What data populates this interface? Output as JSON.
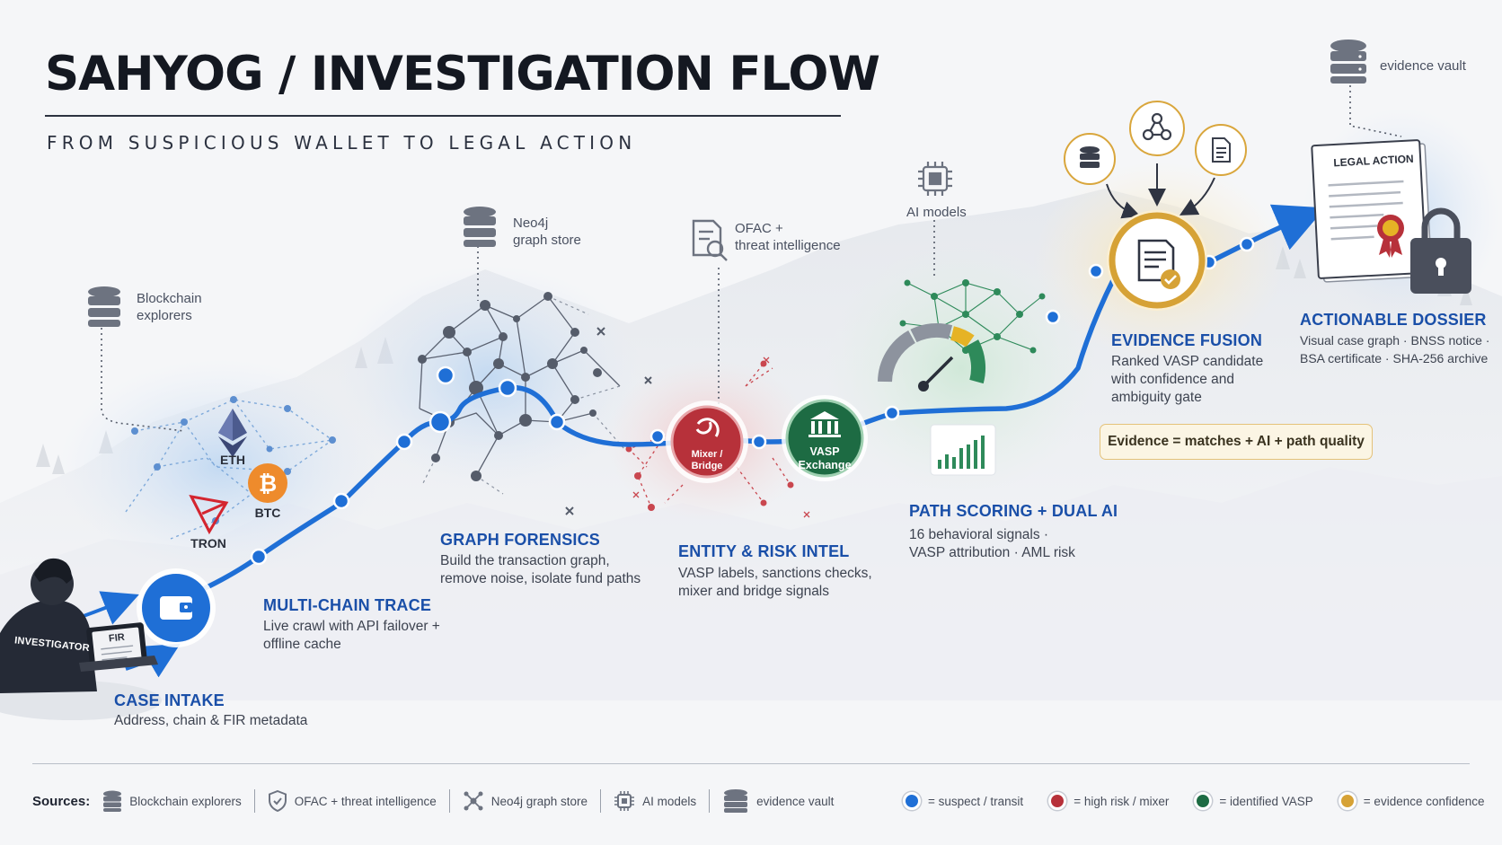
{
  "header": {
    "title": "SAHYOG / INVESTIGATION FLOW",
    "subtitle": "FROM SUSPICIOUS WALLET TO LEGAL ACTION"
  },
  "source_callouts": {
    "blockchain": "Blockchain\nexplorers",
    "neo4j": "Neo4j\ngraph store",
    "ofac": "OFAC +\nthreat intelligence",
    "ai": "AI models",
    "vault": "evidence vault"
  },
  "investigator": {
    "badge": "INVESTIGATOR",
    "laptop_label": "FIR"
  },
  "chains": {
    "eth": "ETH",
    "btc": "BTC",
    "tron": "TRON"
  },
  "stages": [
    {
      "title": "CASE INTAKE",
      "desc": "Address, chain & FIR metadata"
    },
    {
      "title": "MULTI-CHAIN TRACE",
      "desc": "Live crawl with API failover +\noffline cache"
    },
    {
      "title": "GRAPH FORENSICS",
      "desc": "Build the transaction graph,\nremove noise, isolate fund paths"
    },
    {
      "title": "ENTITY & RISK INTEL",
      "desc": "VASP labels, sanctions checks,\nmixer and bridge signals"
    },
    {
      "title": "PATH SCORING + DUAL AI",
      "desc": "16 behavioral signals  ·\nVASP attribution  ·  AML risk"
    },
    {
      "title": "EVIDENCE FUSION",
      "desc": "Ranked VASP candidate\nwith confidence and\nambiguity gate"
    },
    {
      "title": "ACTIONABLE DOSSIER",
      "desc": "Visual case graph  ·  BNSS notice  ·\nBSA certificate  ·  SHA-256 archive"
    }
  ],
  "nodes": {
    "mixer": "Mixer /\nBridge",
    "vasp": "VASP\nExchange"
  },
  "document": {
    "heading": "LEGAL ACTION"
  },
  "formula": "Evidence = matches + AI + path quality",
  "footer": {
    "sources_label": "Sources:",
    "sources": [
      {
        "icon": "database-icon",
        "label": "Blockchain explorers"
      },
      {
        "icon": "shield-icon",
        "label": "OFAC + threat intelligence"
      },
      {
        "icon": "graph-icon",
        "label": "Neo4j graph store"
      },
      {
        "icon": "chip-icon",
        "label": "AI models"
      },
      {
        "icon": "database-icon",
        "label": "evidence vault"
      }
    ],
    "legend": [
      {
        "color": "#1f6fd6",
        "label": "= suspect / transit"
      },
      {
        "color": "#b7313a",
        "label": "= high risk / mixer"
      },
      {
        "color": "#1d6b43",
        "label": "= identified VASP"
      },
      {
        "color": "#d6a236",
        "label": "= evidence confidence"
      }
    ]
  },
  "colors": {
    "blue": "#1f6fd6",
    "red": "#b7313a",
    "green": "#1d6b43",
    "gold": "#d6a236",
    "title_blue": "#1a4fa8"
  }
}
